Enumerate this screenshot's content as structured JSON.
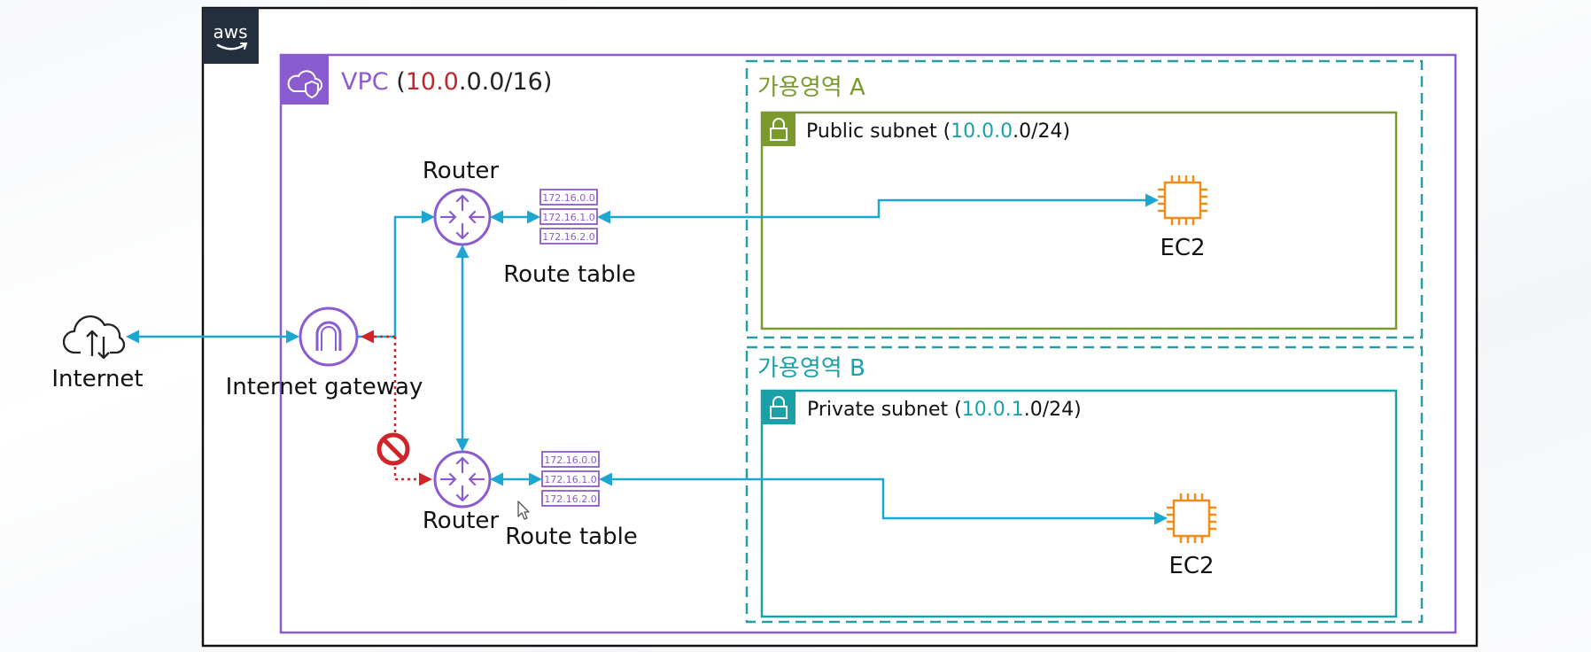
{
  "colors": {
    "vpc": "#8b5ccf",
    "vpc_red": "#c0272d",
    "az_border": "#2a9aa3",
    "az_a_text": "#7a9a2e",
    "az_b_text": "#1aa1a8",
    "public_subnet": "#7a9a2e",
    "private_subnet": "#1aa1a8",
    "cidr_accent": "#1aa1a8",
    "arrow": "#1ca7d1",
    "blocked": "#d0232a",
    "ec2": "#f08c1a",
    "aws_badge": "#232f3e"
  },
  "aws_logo": {
    "text": "aws"
  },
  "vpc": {
    "name": "VPC",
    "open": " (",
    "cidr_red": "10.0",
    "cidr_rest": ".0.0/16)",
    "icon": "vpc-cloud-shield-icon"
  },
  "internet": {
    "label": "Internet",
    "icon": "cloud-updown-icon"
  },
  "igw": {
    "label": "Internet gateway",
    "icon": "internet-gateway-icon"
  },
  "router_top": {
    "label": "Router",
    "icon": "router-icon"
  },
  "router_bottom": {
    "label": "Router",
    "icon": "router-icon"
  },
  "route_table_top": {
    "label": "Route table",
    "entries": [
      "172.16.0.0",
      "172.16.1.0",
      "172.16.2.0"
    ]
  },
  "route_table_bottom": {
    "label": "Route table",
    "entries": [
      "172.16.0.0",
      "172.16.1.0",
      "172.16.2.0"
    ]
  },
  "az_a": {
    "label": "가용영역 A"
  },
  "az_b": {
    "label": "가용영역 B"
  },
  "public_subnet": {
    "name": "Public subnet",
    "open": " (",
    "cidr_accent": "10.0.0",
    "cidr_rest": ".0/24)",
    "icon": "lock-icon"
  },
  "private_subnet": {
    "name": "Private subnet",
    "open": " (",
    "cidr_accent": "10.0.1",
    "cidr_rest": ".0/24)",
    "icon": "lock-icon"
  },
  "ec2_public": {
    "label": "EC2",
    "icon": "ec2-chip-icon"
  },
  "ec2_private": {
    "label": "EC2",
    "icon": "ec2-chip-icon"
  },
  "blocked_icon": "no-entry-icon"
}
